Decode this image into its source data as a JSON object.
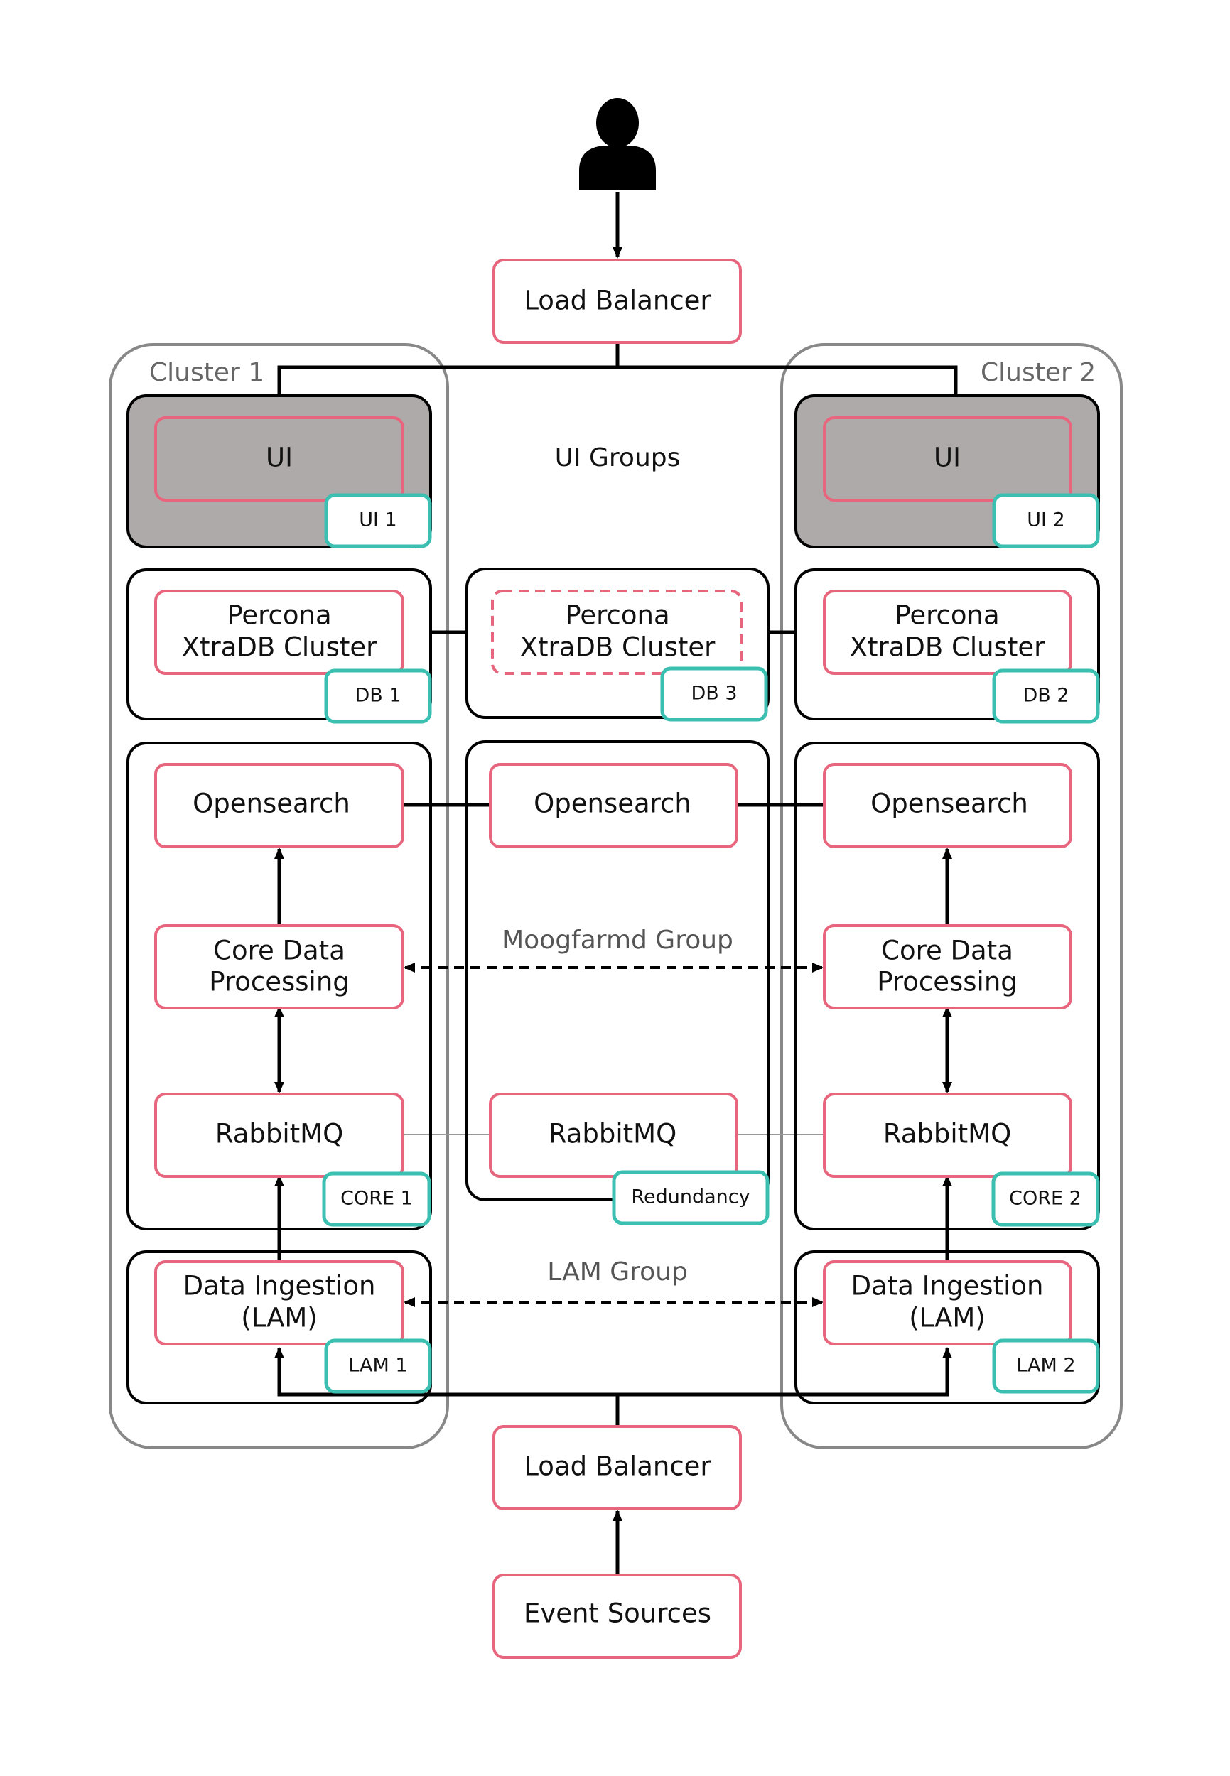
{
  "colors": {
    "component_border": "#e8657e",
    "tag_border": "#3bbfb1",
    "cluster_border": "#888888",
    "ui_fill": "#aeaaaa",
    "line": "#000000"
  },
  "user": {
    "icon": "person-icon"
  },
  "top_load_balancer": {
    "label": "Load Balancer"
  },
  "bottom_load_balancer": {
    "label": "Load Balancer"
  },
  "event_sources": {
    "label": "Event Sources"
  },
  "clusters": [
    {
      "title": "Cluster 1"
    },
    {
      "title": "Cluster 2"
    }
  ],
  "groups": {
    "ui": "UI Groups",
    "moogfarmd": "Moogfarmd Group",
    "lam": "LAM Group"
  },
  "components": {
    "ui": "UI",
    "percona": [
      "Percona",
      "XtraDB Cluster"
    ],
    "opensearch": "Opensearch",
    "core": [
      "Core Data",
      "Processing"
    ],
    "rabbitmq": "RabbitMQ",
    "lam": [
      "Data Ingestion",
      "(LAM)"
    ]
  },
  "tags": {
    "ui1": "UI 1",
    "ui2": "UI 2",
    "db1": "DB 1",
    "db2": "DB 2",
    "db3": "DB 3",
    "core1": "CORE 1",
    "core2": "CORE 2",
    "redundancy": "Redundancy",
    "lam1": "LAM 1",
    "lam2": "LAM 2"
  }
}
